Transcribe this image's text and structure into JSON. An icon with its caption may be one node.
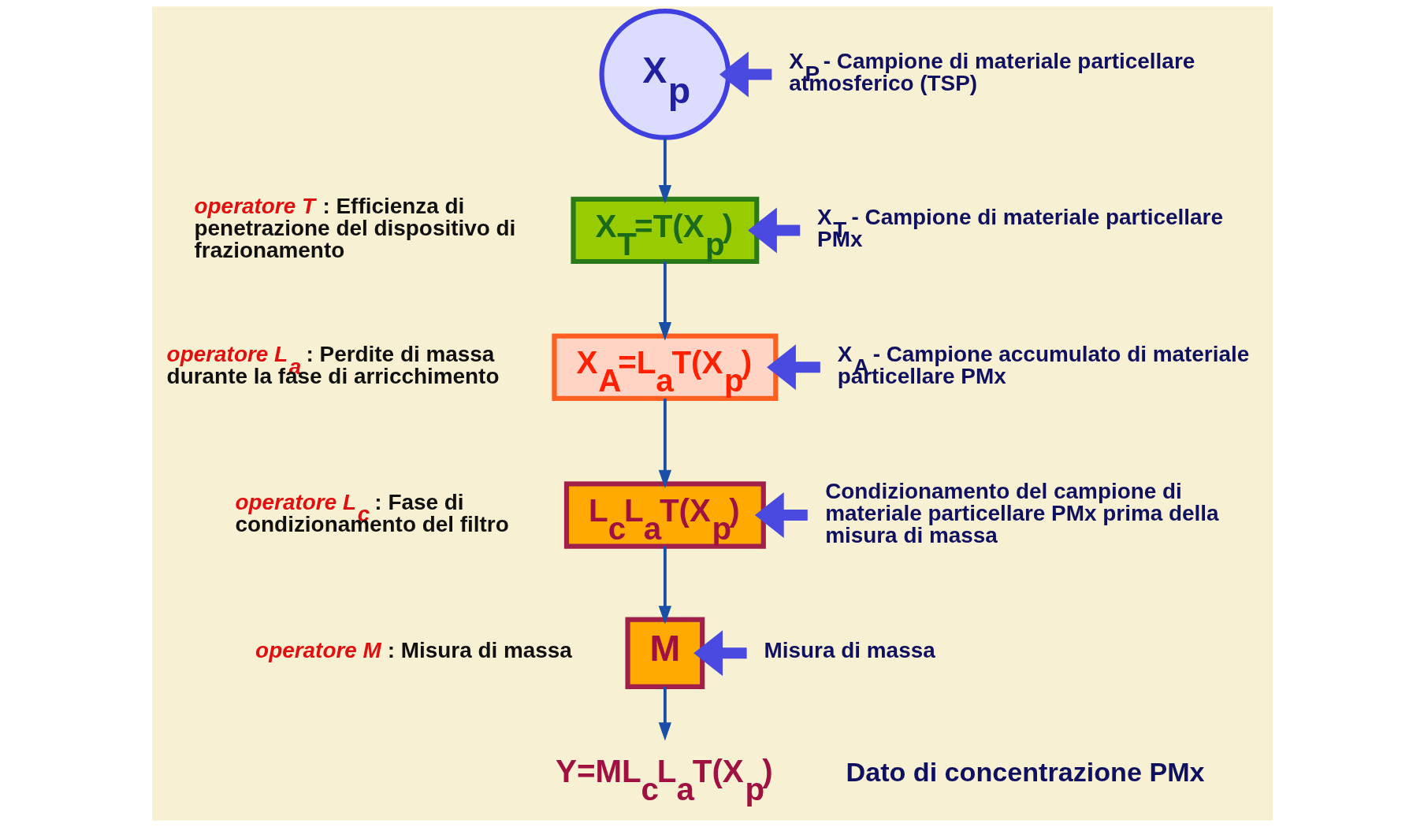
{
  "diagram": {
    "nodes": [
      {
        "text": [
          "X$_{p}$"
        ]
      },
      {
        "text": [
          "X$_{T}$=T(X$_{p}$)"
        ],
        "beside": [
          "*operatore T* : Efficienza di penetrazione del dispositivo di frazionamento"
        ]
      },
      {
        "text": [
          "X$_{A}$=L$_{a}$T(X$_{p}$)"
        ],
        "beside": [
          "*operatore L$_{a}$* : Perdite di massa durante la fase di arricchimento"
        ]
      },
      {
        "text": [
          "L$_{c}$L$_{a}$T(X$_{p}$)"
        ],
        "beside": [
          "*operatore L$_{c}$* : Fase di condizionamento del filtro"
        ]
      },
      {
        "text": [
          "M"
        ],
        "beside": [
          "*operatore M* : Misura di massa"
        ]
      },
      {
        "text": [
          "Y=ML$_{c}$L$_{a}$T(X$_{p}$)"
        ],
        "beside": [
          "Dato di concentrazione PMx"
        ]
      },
      {
        "text": [
          "X$_{P}$ - Campione di materiale particellare atmosferico (TSP)"
        ]
      },
      {
        "text": [
          "X$_{T}$ - Campione di materiale particellare PMx"
        ]
      },
      {
        "text": [
          "X$_{A}$ - Campione accumulato di materiale particellare PMx"
        ]
      },
      {
        "text": [
          "Condizionamento del campione di materiale particellare PMx prima della misura di massa"
        ]
      },
      {
        "text": [
          "Misura di massa"
        ]
      }
    ],
    "edges": [
      {
        "from": 0,
        "to": 1,
        "arrow": "to"
      },
      {
        "from": 1,
        "to": 2,
        "arrow": "to"
      },
      {
        "from": 2,
        "to": 3,
        "arrow": "to"
      },
      {
        "from": 3,
        "to": 4,
        "arrow": "to"
      },
      {
        "from": 4,
        "to": 5,
        "arrow": "to"
      },
      {
        "from": 6,
        "to": 0,
        "arrow": "to",
        "style": "thick",
        "color": "#4a4ae0"
      },
      {
        "from": 7,
        "to": 1,
        "arrow": "to",
        "style": "thick",
        "color": "#4a4ae0"
      },
      {
        "from": 8,
        "to": 2,
        "arrow": "to",
        "style": "thick",
        "color": "#4a4ae0"
      },
      {
        "from": 9,
        "to": 3,
        "arrow": "to",
        "style": "thick",
        "color": "#4a4ae0"
      },
      {
        "from": 10,
        "to": 4,
        "arrow": "to",
        "style": "thick",
        "color": "#4a4ae0"
      }
    ]
  }
}
